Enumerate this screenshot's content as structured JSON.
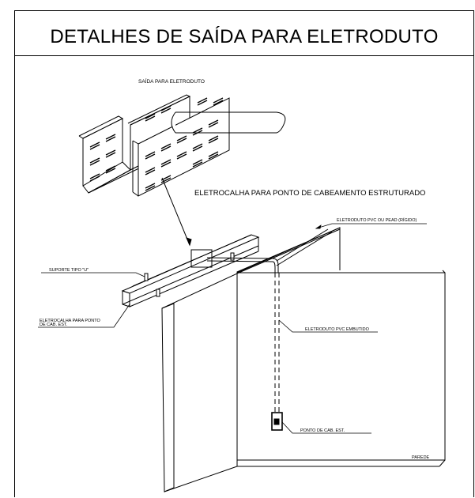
{
  "title": "DETALHES DE SAÍDA PARA ELETRODUTO",
  "labels": {
    "saida": "SAÍDA PARA ELETRODUTO",
    "eletrocalha_ponto": "ELETROCALHA PARA PONTO DE CABEAMENTO ESTRUTURADO",
    "eletroduto_pvc": "ELETRODUTO PVC OU PEAD (RÍGIDO)",
    "suporte": "SUPORTE TIPO \"U\"",
    "eletrocalha_line1": "ELETROCALHA PARA PONTO",
    "eletrocalha_line2": "DE CAB. EST.",
    "embutido": "ELETRODUTO PVC EMBUTIDO",
    "ponto": "PONTO DE CAB. EST.",
    "parede": "PAREDE"
  }
}
